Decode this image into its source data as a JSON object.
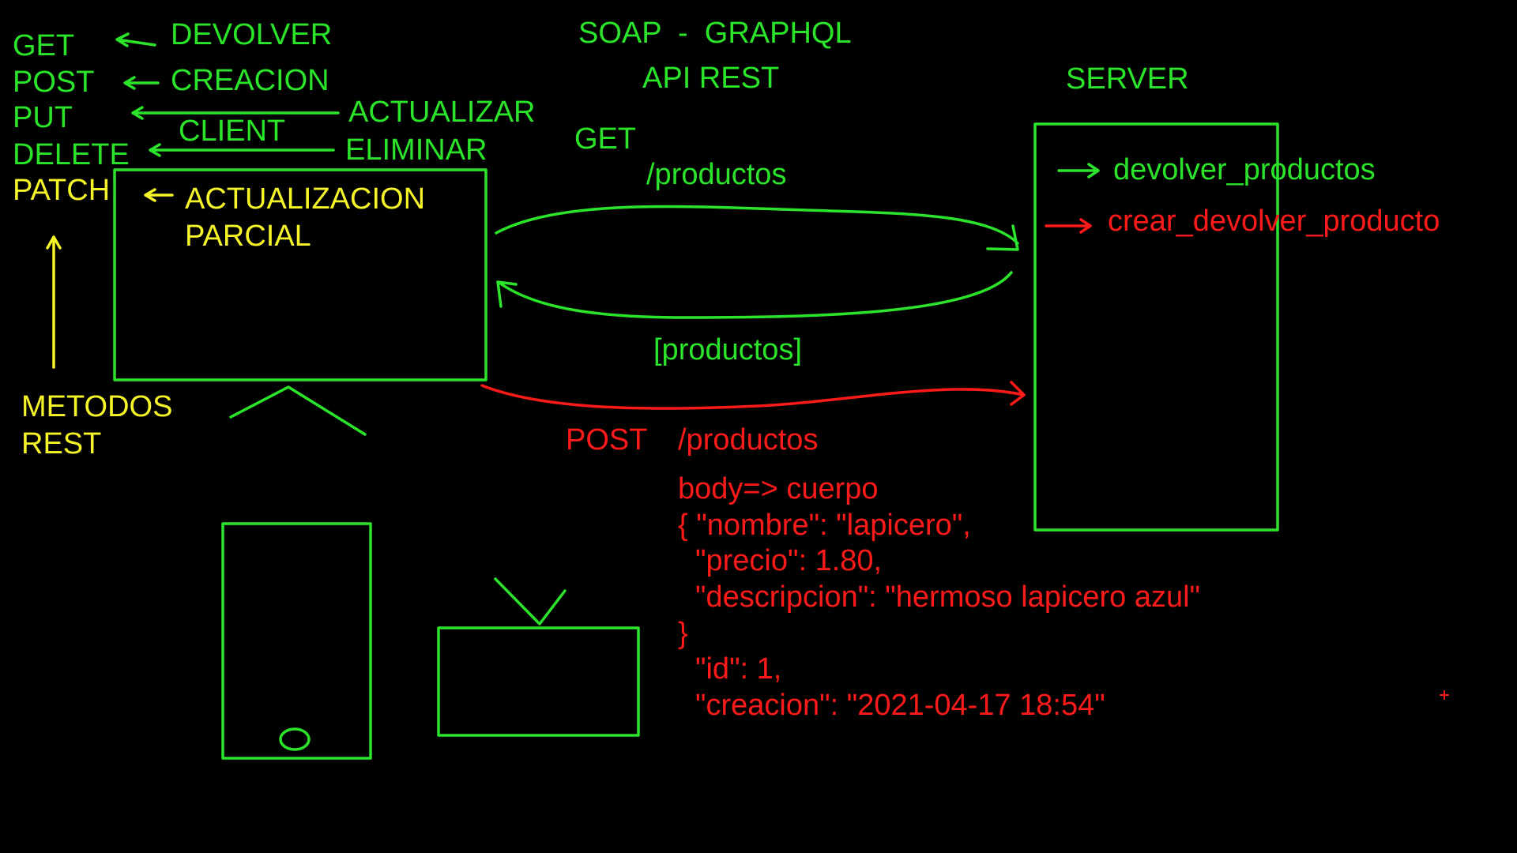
{
  "methods": {
    "get": "GET",
    "post": "POST",
    "put": "PUT",
    "delete": "DELETE",
    "patch": "PATCH"
  },
  "meanings": {
    "devolver": "DEVOLVER",
    "creacion": "CREACION",
    "actualizar": "ACTUALIZAR",
    "eliminar": "ELIMINAR",
    "actualizacion": "ACTUALIZACION",
    "parcial": "PARCIAL"
  },
  "client_label": "CLIENT",
  "metodos_rest": {
    "line1": "METODOS",
    "line2": "REST"
  },
  "header": {
    "soap_graphql": "SOAP  -  GRAPHQL",
    "api_rest": "API REST",
    "server": "SERVER"
  },
  "get_request": {
    "method": "GET",
    "path": "/productos",
    "response": "[productos]"
  },
  "post_request": {
    "method": "POST",
    "path": "/productos",
    "body_label": "body=> cuerpo",
    "body_lines": [
      "{ \"nombre\": \"lapicero\",",
      "\"precio\": 1.80,",
      "\"descripcion\": \"hermoso lapicero azul\"",
      "}",
      "\"id\": 1,",
      "\"creacion\": \"2021-04-17 18:54\""
    ]
  },
  "server_functions": {
    "devolver": "devolver_productos",
    "crear": "crear_devolver_producto"
  },
  "colors": {
    "background": "#000000",
    "green": "#2ae52a",
    "yellow": "#f5f528",
    "red": "#ff1a1a"
  }
}
